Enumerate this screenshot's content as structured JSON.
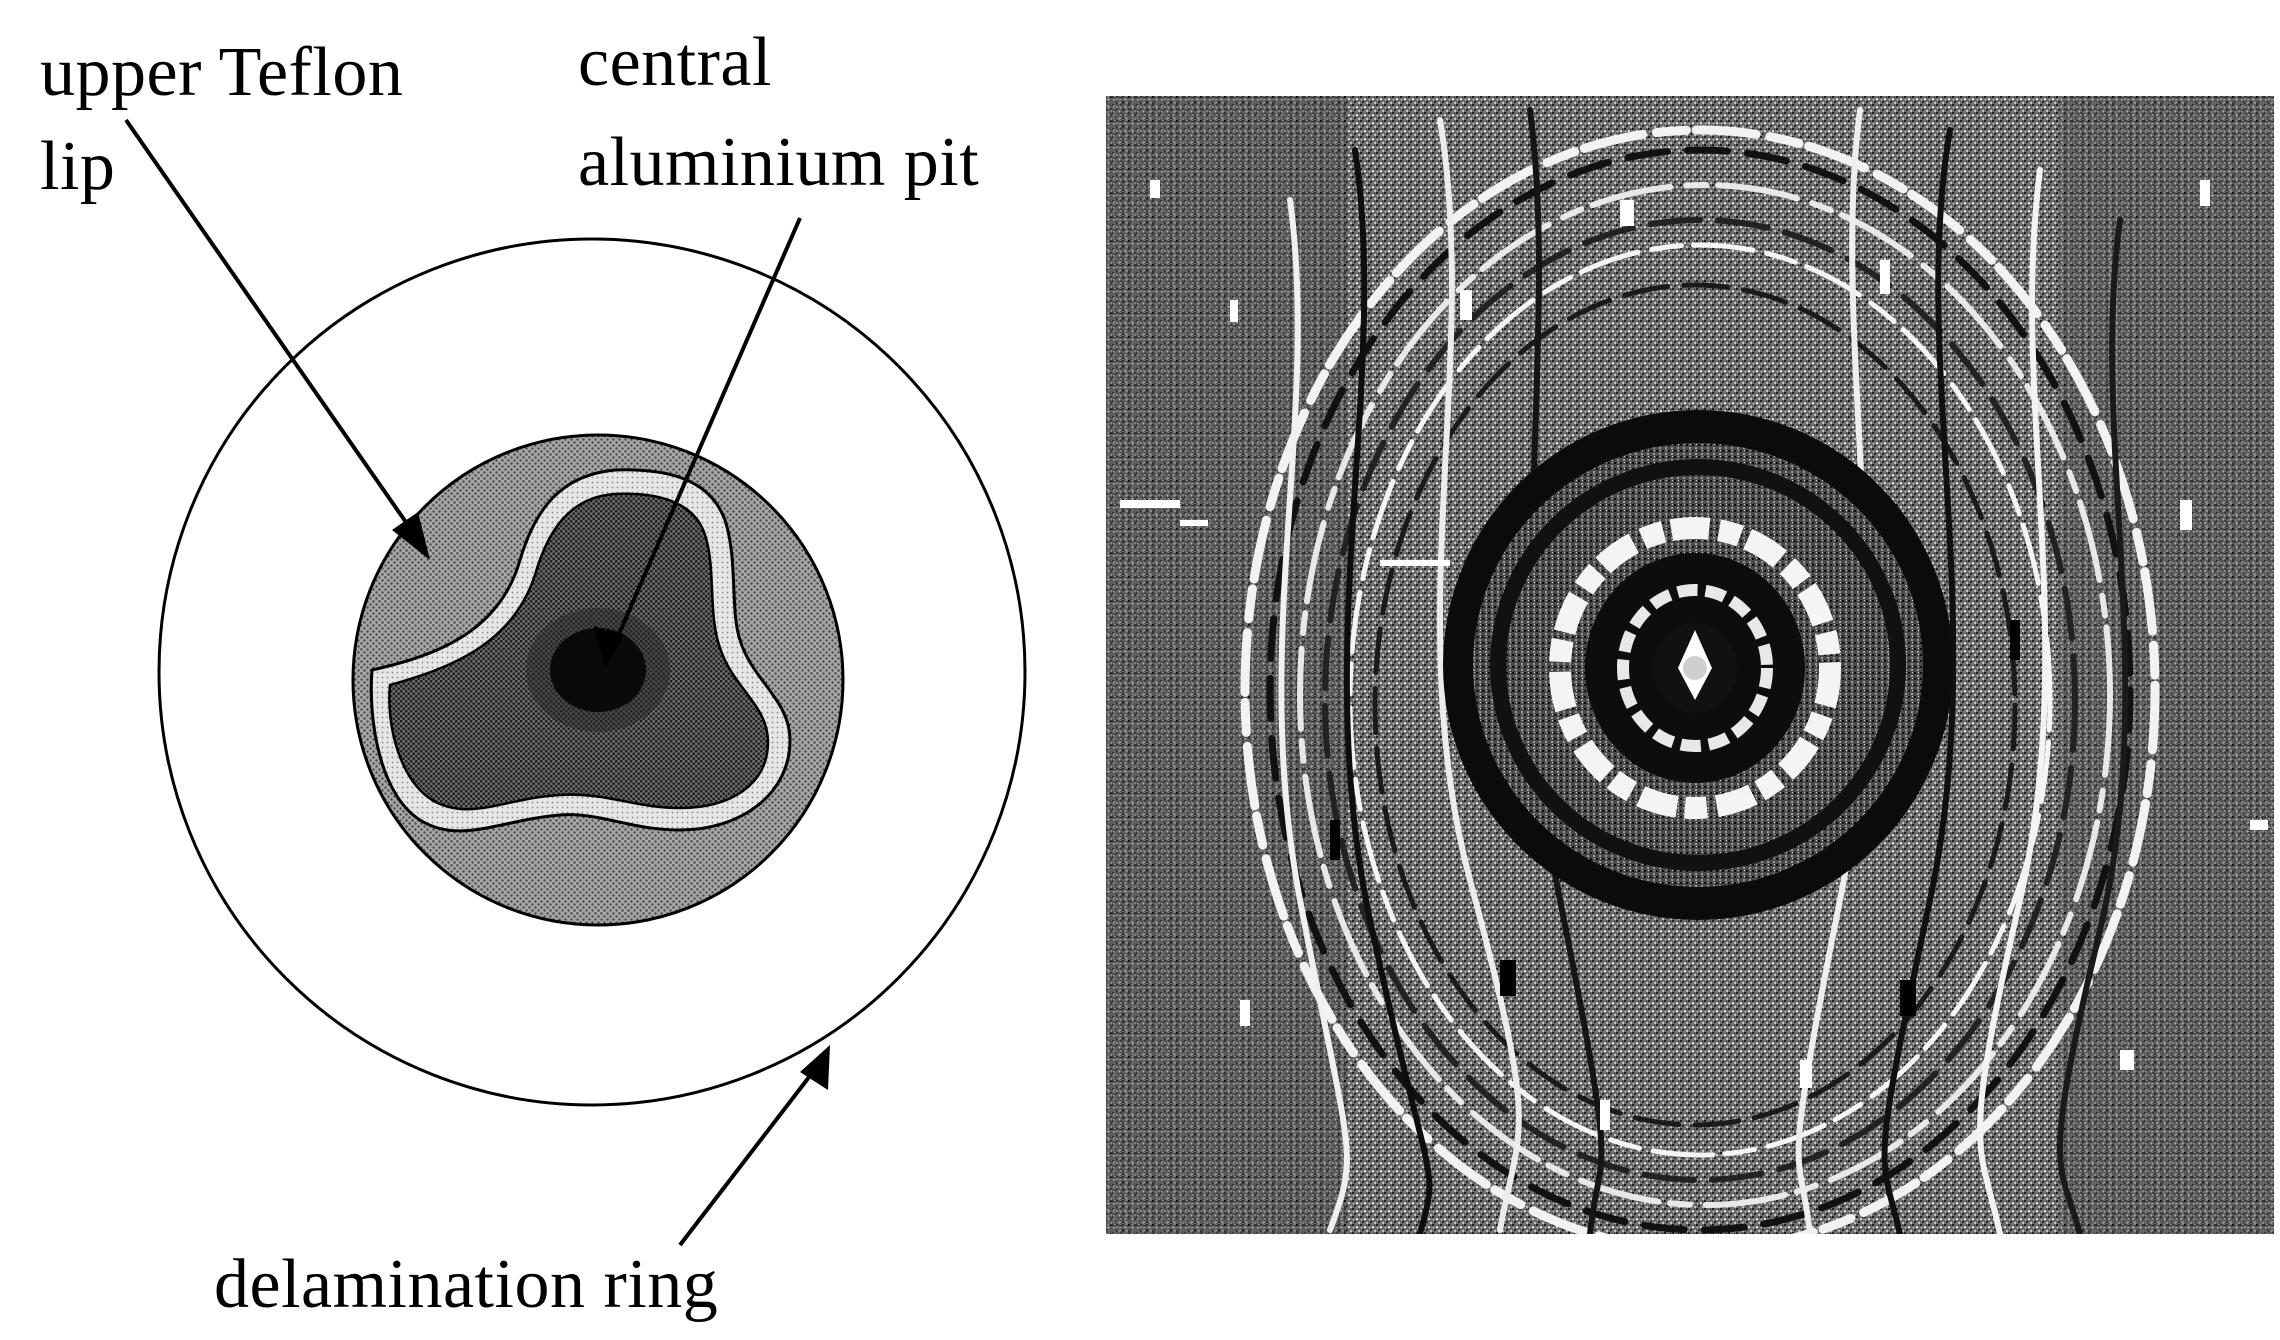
{
  "labels": {
    "upper_teflon_line1": "upper Teflon",
    "upper_teflon_line2": "lip",
    "central_pit_line1": "central",
    "central_pit_line2": "aluminium pit",
    "delamination_ring": "delamination ring"
  },
  "colors": {
    "ink": "#000000",
    "paper": "#ffffff",
    "outer_disc": "#9a9a9a",
    "teflon_lip": "#d8d8d8",
    "inner_pit_region": "#5c5c5c",
    "pit_core": "#0a0a0a",
    "micrograph_bg": "#6a6a6a"
  }
}
